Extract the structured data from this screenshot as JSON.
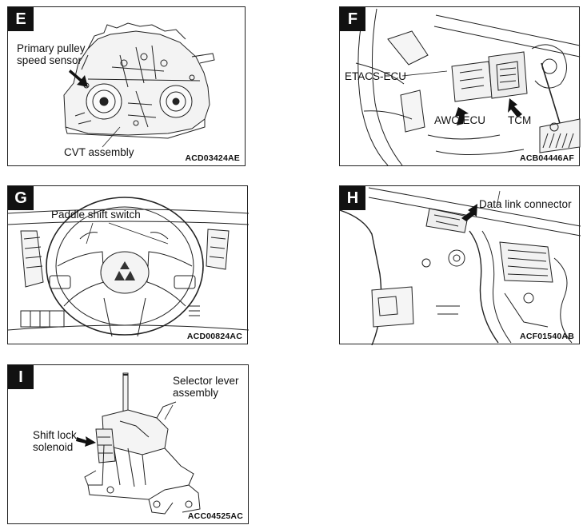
{
  "panels": {
    "E": {
      "tag": "E",
      "labels": {
        "pulley_sensor": "Primary pulley\nspeed sensor",
        "cvt": "CVT assembly"
      },
      "code": "ACD03424AE"
    },
    "F": {
      "tag": "F",
      "labels": {
        "etacs": "ETACS-ECU",
        "awc": "AWC-ECU",
        "tcm": "TCM"
      },
      "code": "ACB04446AF"
    },
    "G": {
      "tag": "G",
      "labels": {
        "paddle": "Paddle shift switch"
      },
      "code": "ACD00824AC"
    },
    "H": {
      "tag": "H",
      "labels": {
        "dlc": "Data link connector"
      },
      "code": "ACF01540AB"
    },
    "I": {
      "tag": "I",
      "labels": {
        "selector": "Selector lever\nassembly",
        "solenoid": "Shift lock\nsolenoid"
      },
      "code": "ACC04525AC"
    }
  }
}
